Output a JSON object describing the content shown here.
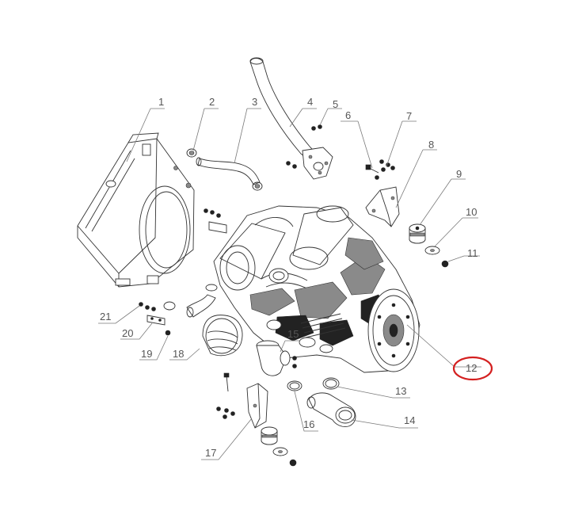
{
  "diagram": {
    "labels": [
      "1",
      "2",
      "3",
      "4",
      "5",
      "6",
      "7",
      "8",
      "9",
      "10",
      "11",
      "12",
      "13",
      "14",
      "15",
      "16",
      "17",
      "18",
      "19",
      "20",
      "21"
    ],
    "highlight": {
      "label": "12",
      "color": "#d42020"
    },
    "line_color": "#333333",
    "label_color": "#555555"
  }
}
